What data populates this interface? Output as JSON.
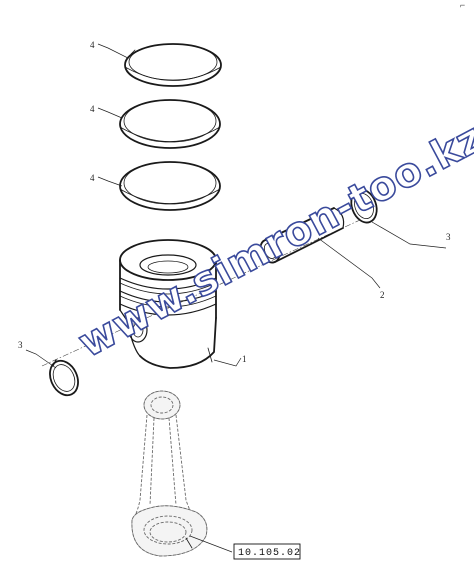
{
  "callouts": {
    "ring_top": "4",
    "ring_middle": "4",
    "ring_bottom": "4",
    "piston": "1",
    "pin": "2",
    "circlip_left": "3",
    "circlip_right": "3"
  },
  "reference_label": "10.105.02",
  "watermark": "www.simron-too.kz",
  "corner_mark": "⌐"
}
